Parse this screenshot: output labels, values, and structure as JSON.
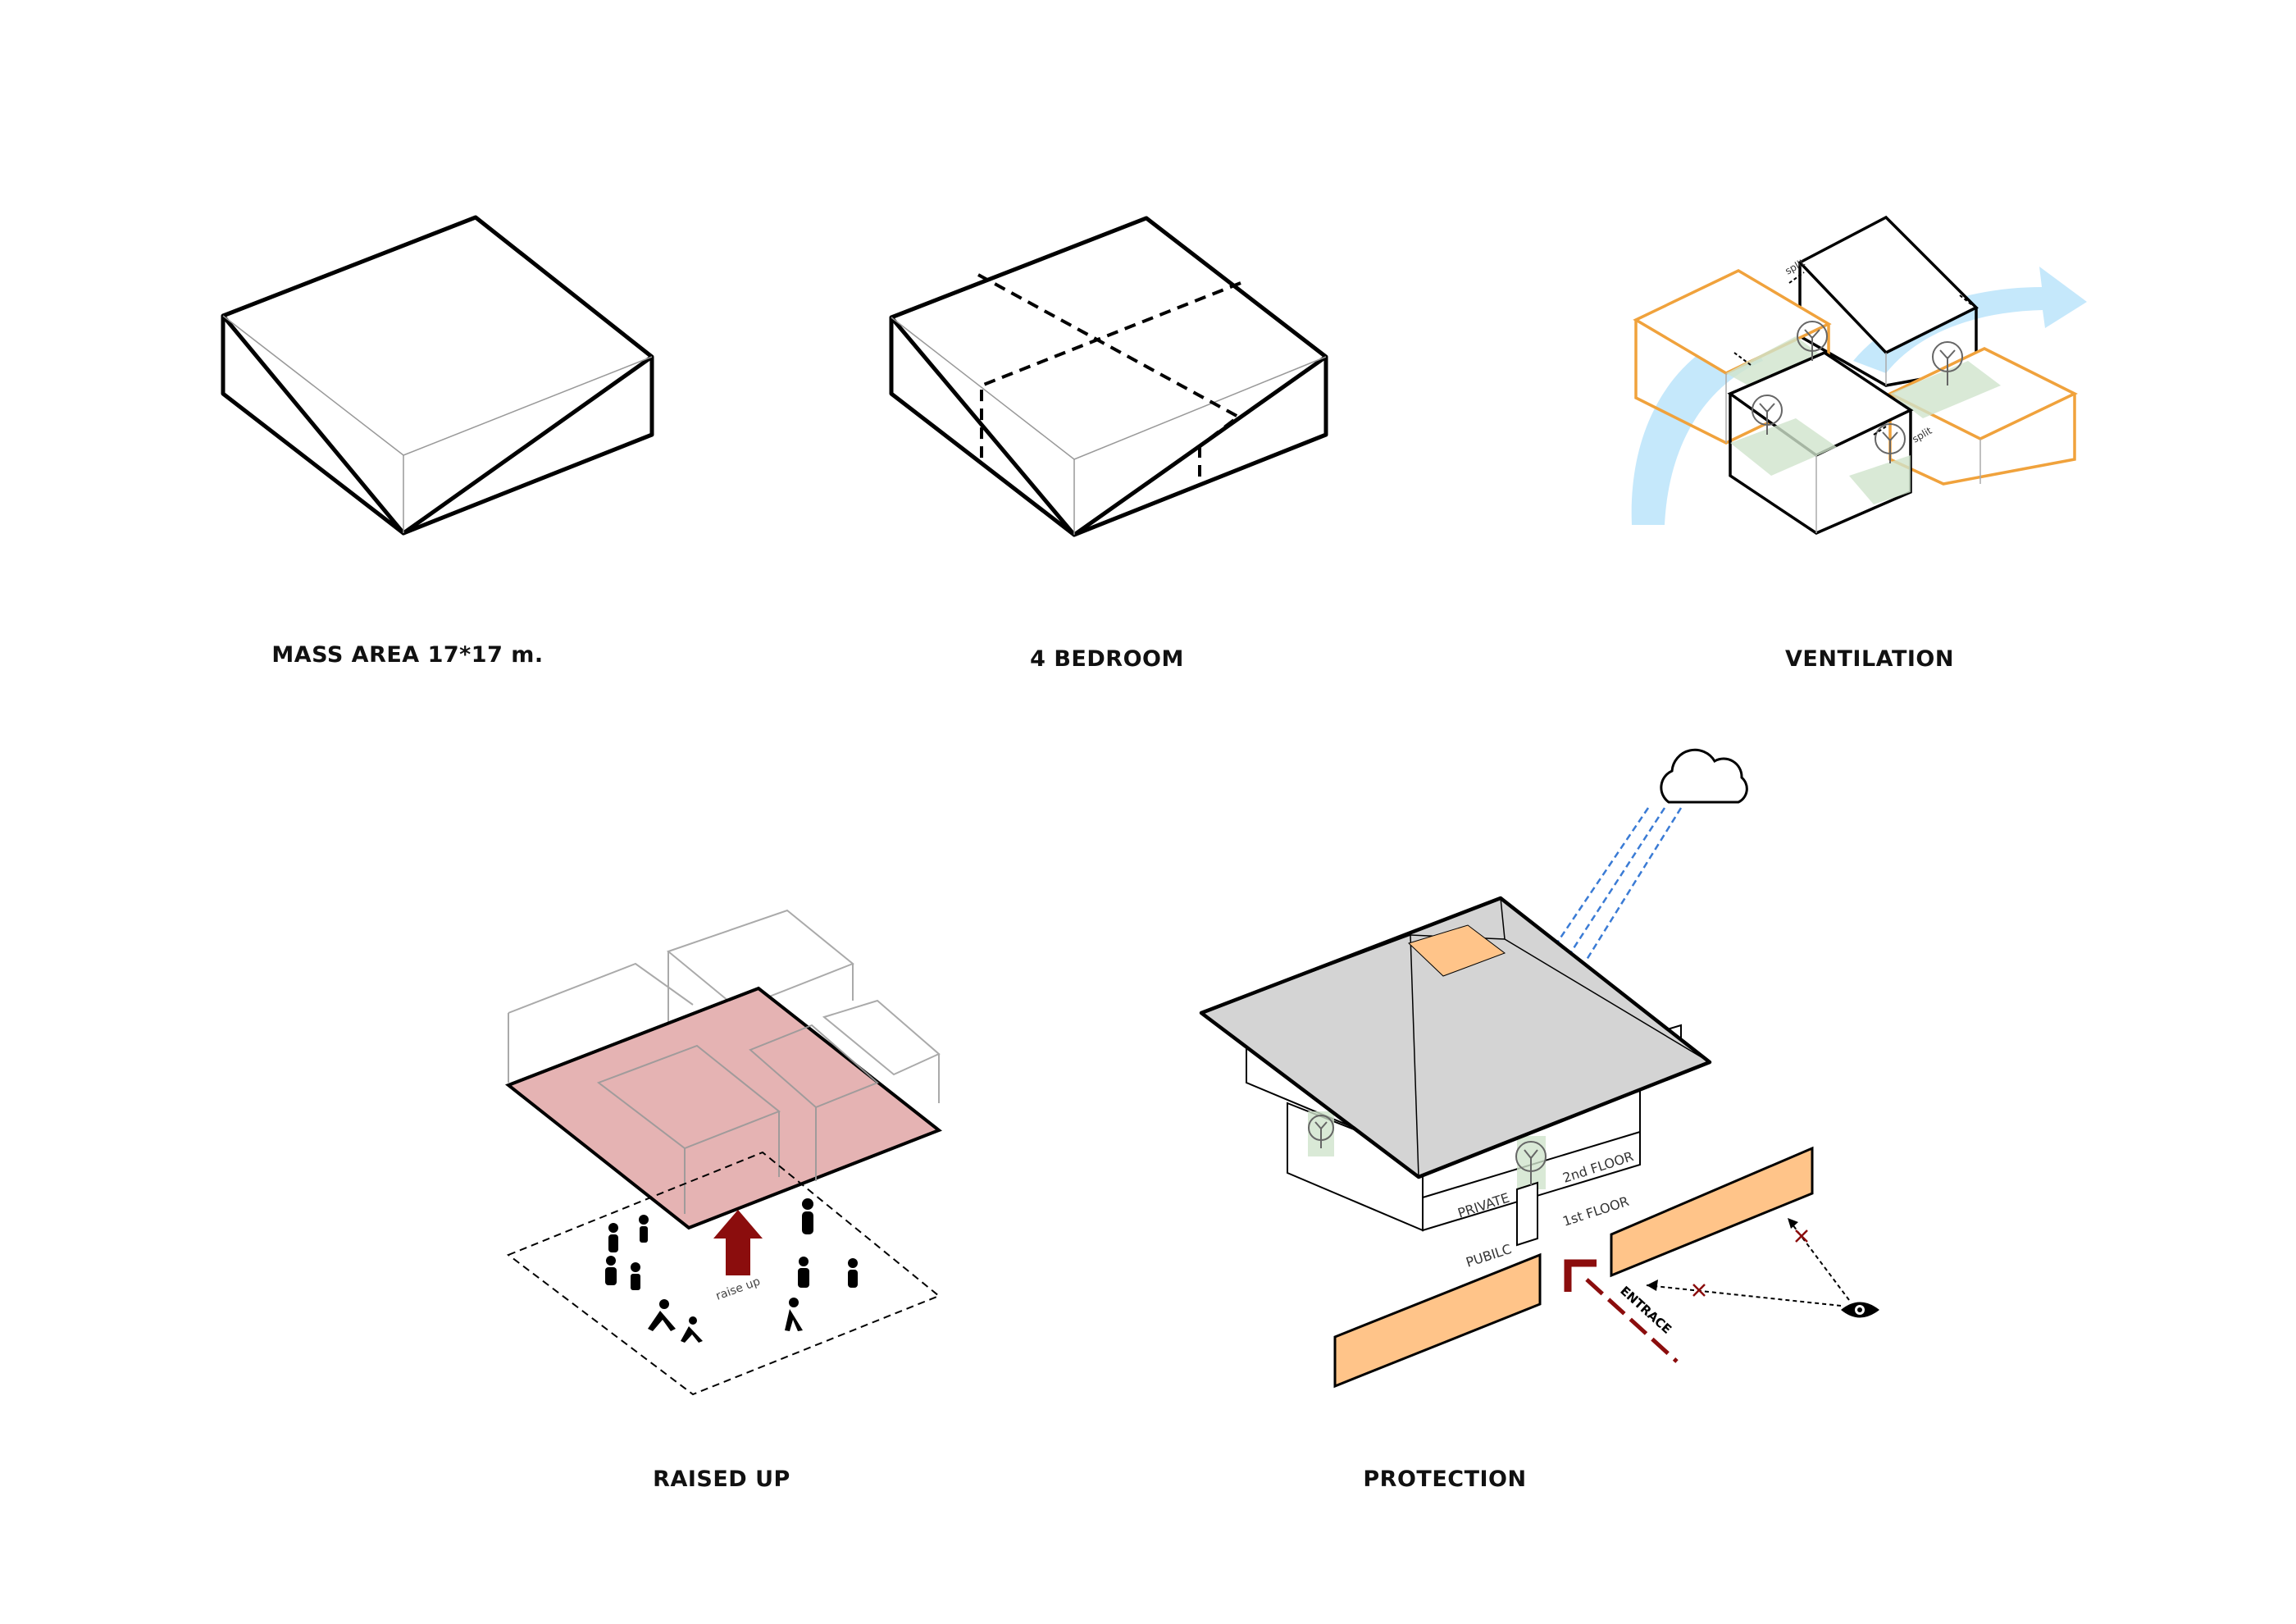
{
  "panels": {
    "mass": {
      "caption": "MASS AREA 17*17 m."
    },
    "bedroom": {
      "caption": "4 BEDROOM"
    },
    "ventilation": {
      "caption": "VENTILATION",
      "split_label": "split"
    },
    "raised": {
      "caption": "RAISED UP",
      "raise_label": "raise up"
    },
    "protection": {
      "caption": "PROTECTION",
      "label_private": "PRIVATE",
      "label_second_floor": "2nd FLOOR",
      "label_public": "PUBILC",
      "label_first_floor": "1st FLOOR",
      "label_entrance": "ENTRACE"
    }
  },
  "colors": {
    "ink": "#000000",
    "thin_line": "#9a9a9a",
    "orange_line": "#f0a23c",
    "orange_fill": "#ffc489",
    "wind": "#bfe6fb",
    "pink_plane": "#e5b3b3",
    "roof": "#d4d4d4",
    "arrow_red": "#8b0d0d",
    "rain_blue": "#3a7bd5",
    "green_patch": "#cfe3cc"
  },
  "icons": [
    "cloud-icon",
    "eye-icon",
    "tree-icon",
    "person-icon",
    "up-arrow-icon",
    "entrance-arrow-icon"
  ]
}
